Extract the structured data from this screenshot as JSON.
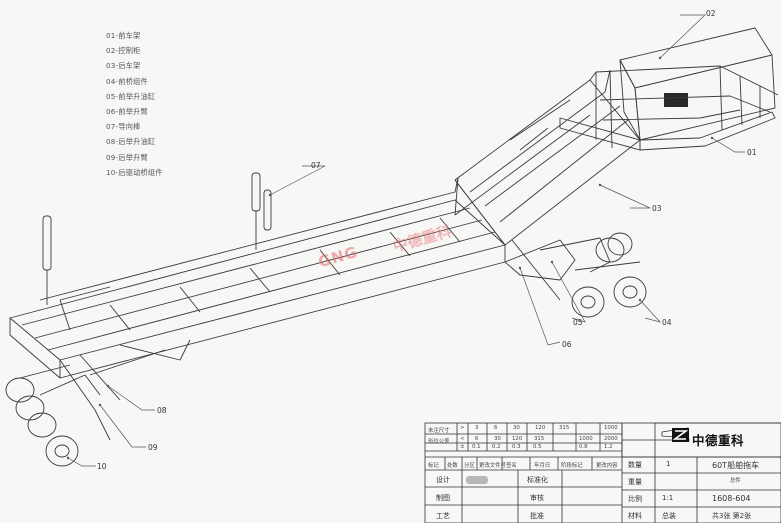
{
  "legend": [
    "01-前车架",
    "02-控制柜",
    "03-后车架",
    "04-前桥组件",
    "05-前举升油缸",
    "06-前举升臂",
    "07-导向棒",
    "08-后举升油缸",
    "09-后举升臂",
    "10-后驱动桥组件"
  ],
  "callouts": {
    "c01": "01",
    "c02": "02",
    "c03": "03",
    "c04": "04",
    "c05": "05",
    "c06": "06",
    "c07": "07",
    "c08": "08",
    "c09": "09",
    "c10": "10"
  },
  "watermark": {
    "text1": "GNG",
    "text2": "中德重科"
  },
  "tolerance_table": {
    "row_label_1": "未注尺寸",
    "row_label_2": "形位公差",
    "header": [
      ">",
      "3",
      "6",
      "30",
      "120",
      "315",
      "1000"
    ],
    "row2": [
      "<",
      "6",
      "30",
      "120",
      "315",
      "1000",
      "2000"
    ],
    "row3": [
      "±",
      "0.1",
      "0.2",
      "0.3",
      "0.5",
      "0.8",
      "1.2"
    ]
  },
  "revision_row": [
    "标记",
    "处数",
    "分区",
    "更改文件号",
    "签名",
    "年月日",
    "阶段标记",
    "更改内容"
  ],
  "title_block": {
    "company": "中德重科",
    "qty_label": "数量",
    "qty_value": "1",
    "weight_label": "重量",
    "scale_label": "比例",
    "scale_value": "1:1",
    "material_label": "材料",
    "product_name": "60T船舶拖车",
    "drawing_type": "总件",
    "drawing_no": "1608-604",
    "design_label": "设计",
    "drafting_label": "制图",
    "process_label": "工艺",
    "standardize_label": "标准化",
    "review_label": "审核",
    "approve_label": "批准",
    "assembly_label": "总装",
    "sheets": "共3张 第2张"
  },
  "colors": {
    "line": "#3a3a3a",
    "paper": "#f7f7f5",
    "watermark": "#e56a6a",
    "callout": "#555555"
  }
}
